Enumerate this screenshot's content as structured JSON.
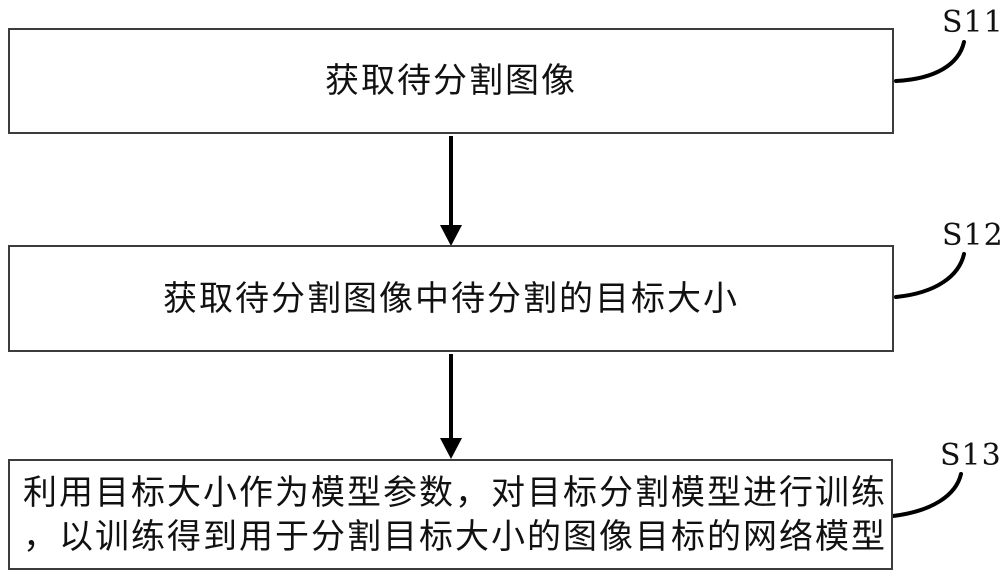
{
  "figure": {
    "background_color": "#ffffff",
    "line_color": "#000000",
    "box_border_color": "#3c3c3c",
    "text_color": "#111111"
  },
  "steps": [
    {
      "tag": "S11",
      "text": "获取待分割图像"
    },
    {
      "tag": "S12",
      "text": "获取待分割图像中待分割的目标大小"
    },
    {
      "tag": "S13",
      "lines": [
        "利用目标大小作为模型参数，对目标分割模型进行训练",
        "，以训练得到用于分割目标大小的图像目标的网络模型"
      ]
    }
  ]
}
